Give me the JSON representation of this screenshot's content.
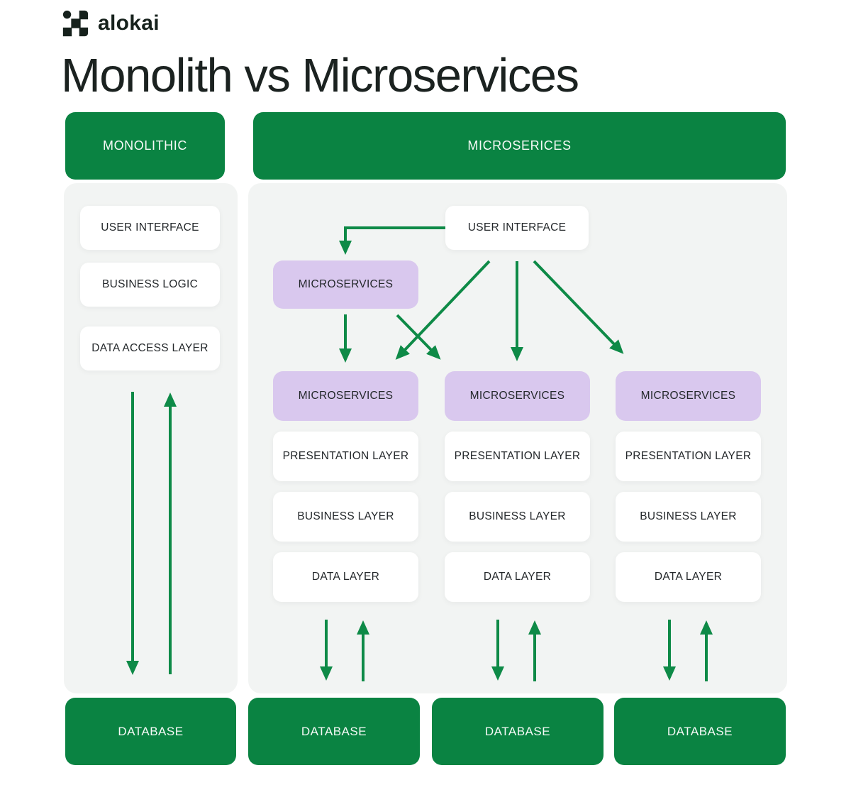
{
  "colors": {
    "green": "#0a8342",
    "arrow-green": "#0e8a47",
    "purple": "#d9c8ee",
    "panel": "#f2f4f3",
    "ink": "#1b2220"
  },
  "logo": {
    "icon": "alokai-pixel-x-icon",
    "text": "alokai"
  },
  "title": "Monolith vs Microservices",
  "monolith": {
    "header": "MONOLITHIC",
    "layers": [
      "USER INTERFACE",
      "BUSINESS LOGIC",
      "DATA ACCESS LAYER"
    ],
    "database": "DATABASE"
  },
  "microservices": {
    "header": "MICROSERICES",
    "user_interface": "USER INTERFACE",
    "gateway": "MICROSERVICES",
    "columns": [
      {
        "service": "MICROSERVICES",
        "layers": [
          "PRESENTATION LAYER",
          "BUSINESS LAYER",
          "DATA LAYER"
        ],
        "database": "DATABASE"
      },
      {
        "service": "MICROSERVICES",
        "layers": [
          "PRESENTATION LAYER",
          "BUSINESS LAYER",
          "DATA LAYER"
        ],
        "database": "DATABASE"
      },
      {
        "service": "MICROSERVICES",
        "layers": [
          "PRESENTATION LAYER",
          "BUSINESS LAYER",
          "DATA LAYER"
        ],
        "database": "DATABASE"
      }
    ]
  }
}
